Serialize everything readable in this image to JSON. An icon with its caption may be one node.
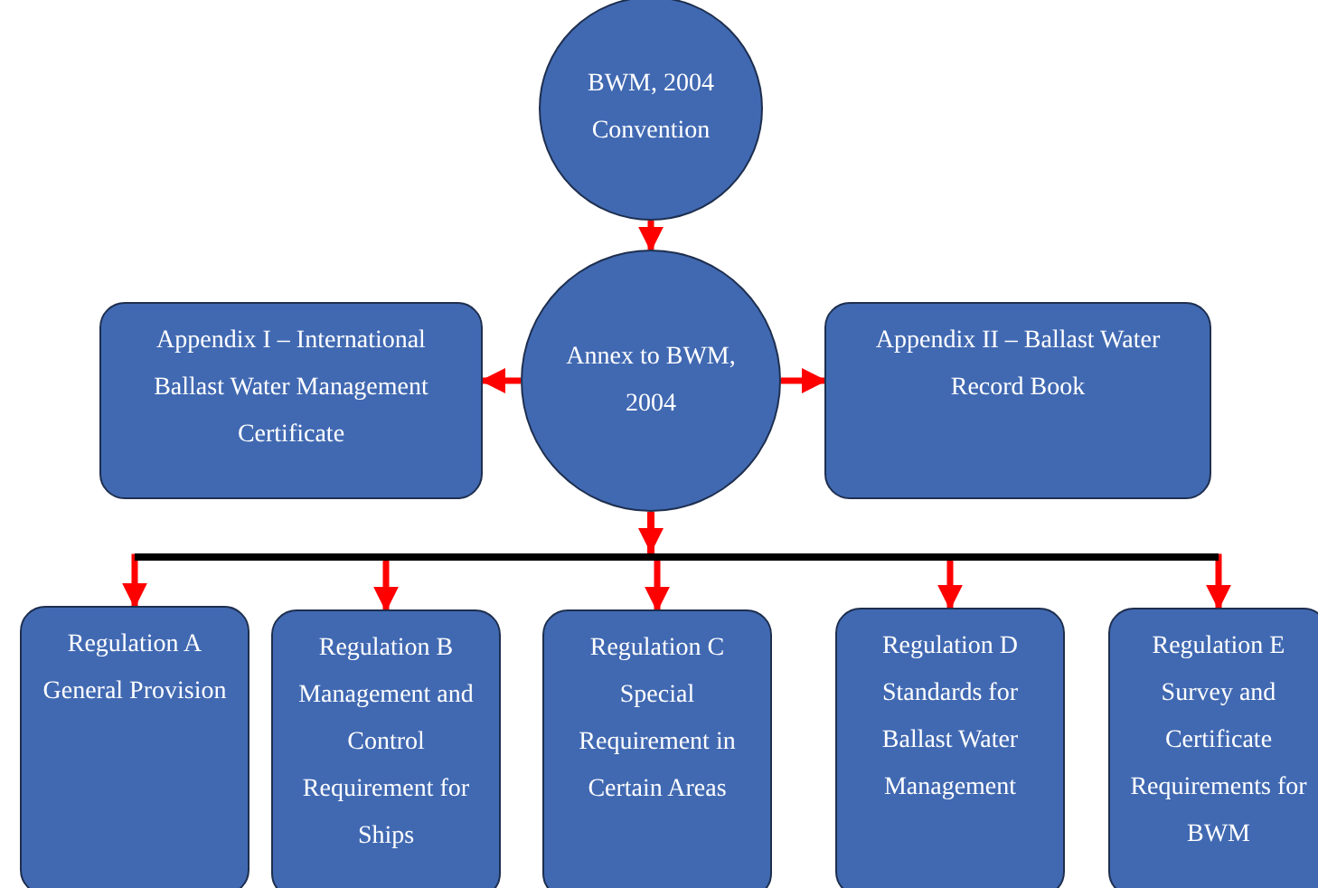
{
  "diagram": {
    "nodes": [
      {
        "text": [
          "BWM, 2004 Convention"
        ]
      },
      {
        "text": [
          "Appendix I – International Ballast Water Management Certificate"
        ]
      },
      {
        "text": [
          "Annex to BWM, 2004"
        ]
      },
      {
        "text": [
          "Appendix II – Ballast Water Record Book"
        ]
      },
      {
        "text": [
          "Regulation A General Provision"
        ]
      },
      {
        "text": [
          "Regulation B Management and Control Requirement for Ships"
        ]
      },
      {
        "text": [
          "Regulation C Special Requirement in Certain Areas"
        ]
      },
      {
        "text": [
          "Regulation D Standards for Ballast Water Management"
        ]
      },
      {
        "text": [
          "Regulation E Survey and Certificate Requirements for BWM"
        ]
      }
    ],
    "edges": [
      {
        "from": 0,
        "to": 2,
        "arrow": "to"
      },
      {
        "from": 2,
        "to": 1,
        "arrow": "to"
      },
      {
        "from": 2,
        "to": 3,
        "arrow": "to"
      },
      {
        "from": 2,
        "to": 4,
        "arrow": "to"
      },
      {
        "from": 2,
        "to": 5,
        "arrow": "to"
      },
      {
        "from": 2,
        "to": 6,
        "arrow": "to"
      },
      {
        "from": 2,
        "to": 7,
        "arrow": "to"
      },
      {
        "from": 2,
        "to": 8,
        "arrow": "to"
      }
    ]
  }
}
